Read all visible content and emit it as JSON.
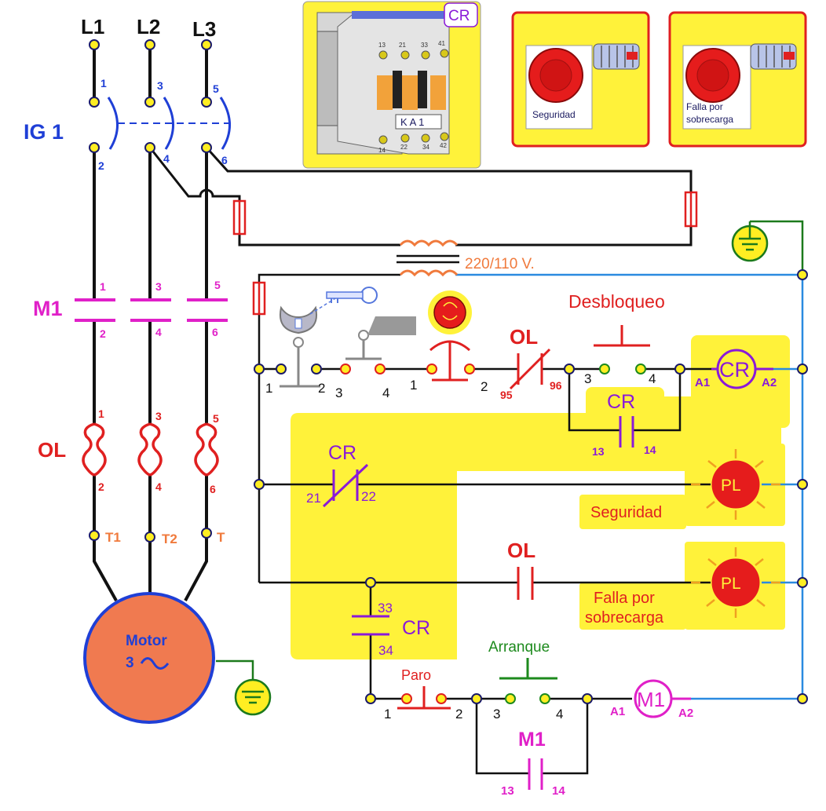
{
  "colors": {
    "power": "#111111",
    "blue_label": "#1f3fd6",
    "magenta": "#e020c8",
    "red": "#e02020",
    "purple": "#8a1ad8",
    "green": "#1d8a1d",
    "orange": "#f07a3c",
    "yellow_bg": "#fff23a",
    "neutral_blue": "#2a8ae0",
    "ground_green": "#1c7a1c",
    "terminal_yellow": "#ffee22"
  },
  "phases": {
    "l1": "L1",
    "l2": "L2",
    "l3": "L3"
  },
  "breaker": {
    "name": "IG 1",
    "t1": "1",
    "t2": "2",
    "t3": "3",
    "t4": "4",
    "t5": "5",
    "t6": "6"
  },
  "contactor_m1": {
    "name": "M1",
    "t1": "1",
    "t2": "2",
    "t3": "3",
    "t4": "4",
    "t5": "5",
    "t6": "6"
  },
  "overload": {
    "name": "OL",
    "t1": "1",
    "t2": "2",
    "t3": "3",
    "t4": "4",
    "t5": "5",
    "t6": "6"
  },
  "motor_terms": {
    "t1": "T1",
    "t2": "T2",
    "t3": "T"
  },
  "motor": {
    "label": "Motor",
    "phase_label": "3"
  },
  "transformer": {
    "label": "220/110 V."
  },
  "relay_photo": {
    "badge": "CR",
    "ka": "K A 1",
    "n13": "13",
    "n21": "21",
    "n33": "33",
    "n41": "41",
    "n14": "14",
    "n22": "22",
    "n34": "34",
    "n42": "42"
  },
  "panel_security": {
    "caption": "Seguridad"
  },
  "panel_overload": {
    "caption_line1": "Falla por",
    "caption_line2": "sobrecarga"
  },
  "rung1": {
    "key_t1": "1",
    "key_t2": "2",
    "lim_t3": "3",
    "lim_t4": "4",
    "estop_t1": "1",
    "estop_t2": "2",
    "ol_label": "OL",
    "ol_t95": "95",
    "ol_t96": "96",
    "desbloqueo": "Desbloqueo",
    "pb_t3": "3",
    "pb_t4": "4",
    "coil": "CR",
    "coil_a1": "A1",
    "coil_a2": "A2"
  },
  "cr_seal": {
    "label": "CR",
    "t13": "13",
    "t14": "14"
  },
  "cr_nc": {
    "label": "CR",
    "t21": "21",
    "t22": "22"
  },
  "pilot_security": {
    "lamp": "PL",
    "caption": "Seguridad"
  },
  "ol_no": {
    "label": "OL"
  },
  "pilot_overload": {
    "lamp": "PL",
    "caption_line1": "Falla por",
    "caption_line2": "sobrecarga"
  },
  "cr_no": {
    "label": "CR",
    "t33": "33",
    "t34": "34"
  },
  "motor_rung": {
    "paro": "Paro",
    "paro_t1": "1",
    "paro_t2": "2",
    "arranque": "Arranque",
    "arr_t3": "3",
    "arr_t4": "4",
    "coil": "M1",
    "coil_a1": "A1",
    "coil_a2": "A2",
    "seal_label": "M1",
    "seal_t13": "13",
    "seal_t14": "14"
  }
}
